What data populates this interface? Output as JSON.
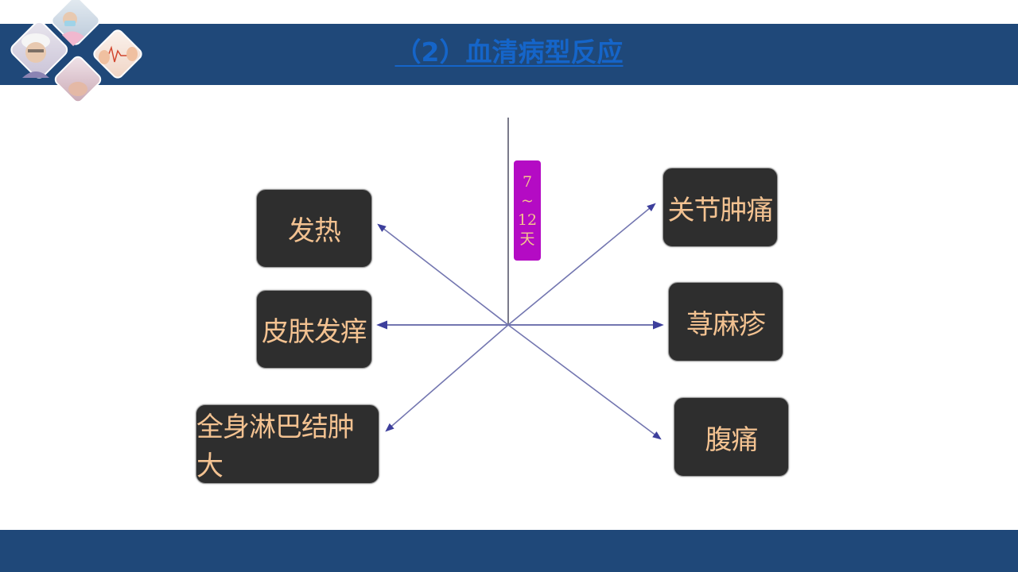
{
  "slide": {
    "title": "（2）血清病型反应",
    "colors": {
      "bar": "#1f4879",
      "title": "#1565c9",
      "box_bg": "#2e2e2e",
      "box_text": "#f3c291",
      "duration_bg": "#b40bc4",
      "line": "#6b6fa8"
    }
  },
  "decor": {
    "photos": [
      "nurse-with-cap-photo",
      "nurse-with-mask-photo",
      "heart-hands-photo",
      "newborn-baby-photo"
    ]
  },
  "diagram": {
    "duration": {
      "start": "7",
      "separator": "~",
      "end": "12",
      "unit": "天"
    },
    "left": [
      {
        "label": "发热"
      },
      {
        "label": "皮肤发痒"
      },
      {
        "label": "全身淋巴结肿大"
      }
    ],
    "right": [
      {
        "label": "关节肿痛"
      },
      {
        "label": "荨麻疹"
      },
      {
        "label": "腹痛"
      }
    ]
  }
}
